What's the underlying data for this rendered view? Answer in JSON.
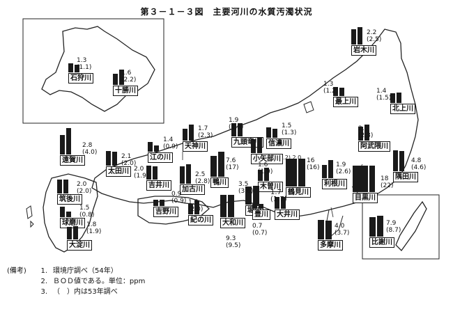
{
  "title": "第３－１－３図　主要河川の水質汚濁状況",
  "rivers": [
    {
      "name": "石狩川",
      "value": "1.3",
      "prev": "(1.1)"
    },
    {
      "name": "十勝川",
      "value": "1.6",
      "prev": "(2.2)"
    },
    {
      "name": "岩木川",
      "value": "2.2",
      "prev": "(2.5)"
    },
    {
      "name": "最上川",
      "value": "1.3",
      "prev": "(1.2)"
    },
    {
      "name": "北上川",
      "value": "1.4",
      "prev": "(1.5)"
    },
    {
      "name": "遠賀川",
      "value": "2.8",
      "prev": "(4.0)"
    },
    {
      "name": "太田川",
      "value": "2.1",
      "prev": "(2.0)"
    },
    {
      "name": "江の川",
      "value": "1.4",
      "prev": "(0.9)"
    },
    {
      "name": "天神川",
      "value": "1.7",
      "prev": "(2.3)"
    },
    {
      "name": "九頭竜川",
      "value": "1.9",
      "prev": "(1.9)"
    },
    {
      "name": "信濃川",
      "value": "1.5",
      "prev": "(1.3)"
    },
    {
      "name": "阿武隈川",
      "value": "2.0",
      "prev": "(2.3)"
    },
    {
      "name": "吉井川",
      "value": "2.0",
      "prev": "(1.9)"
    },
    {
      "name": "加古川",
      "value": "2.5",
      "prev": "(2.8)"
    },
    {
      "name": "鴨川",
      "value": "7.6",
      "prev": "(17)"
    },
    {
      "name": "小矢部川",
      "value": "",
      "prev": "(2.2) 2.0"
    },
    {
      "name": "木曽川",
      "value": "1.6",
      "prev": "(1.9)"
    },
    {
      "name": "鶴見川",
      "value": "16",
      "prev": "(16)"
    },
    {
      "name": "利根川",
      "value": "1.9",
      "prev": "(2.6)"
    },
    {
      "name": "隅田川",
      "value": "4.8",
      "prev": "(4.6)"
    },
    {
      "name": "筑後川",
      "value": "2.0",
      "prev": "(2.0)"
    },
    {
      "name": "球磨川",
      "value": "1.5",
      "prev": "(0.8)"
    },
    {
      "name": "大淀川",
      "value": "1.8",
      "prev": "(1.9)"
    },
    {
      "name": "吉野川",
      "value": "0.9",
      "prev": "(0.9)"
    },
    {
      "name": "紀の川",
      "value": "1.5",
      "prev": "(2.0)"
    },
    {
      "name": "大和川",
      "value": "9.3",
      "prev": "(9.5)"
    },
    {
      "name": "堀川",
      "value": "3.5",
      "prev": "(3.6)"
    },
    {
      "name": "豊川",
      "value": "0.7",
      "prev": "(0.7)"
    },
    {
      "name": "大井川",
      "value": "1.7",
      "prev": "(1.7)"
    },
    {
      "name": "目黒川",
      "value": "18",
      "prev": "(22)"
    },
    {
      "name": "多摩川",
      "value": "4.0",
      "prev": "(3.7)"
    },
    {
      "name": "比謝川",
      "value": "7.9",
      "prev": "(8.7)"
    }
  ],
  "notes": {
    "label": "(備考)",
    "items": [
      {
        "num": "1.",
        "text": "環境庁調べ（54年）"
      },
      {
        "num": "2.",
        "text": "ＢＯＤ値である。単位：ppm"
      },
      {
        "num": "3.",
        "text": "（　）内は53年調べ"
      }
    ]
  }
}
